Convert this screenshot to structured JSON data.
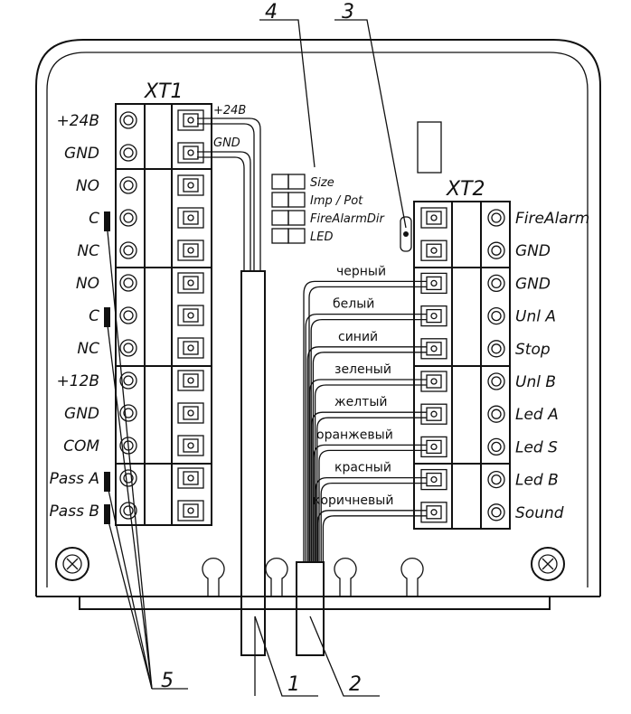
{
  "xt1": {
    "title": "XT1",
    "terminals": [
      "+24В",
      "GND",
      "NO",
      "C",
      "NC",
      "NO",
      "C",
      "NC",
      "+12В",
      "GND",
      "COM",
      "Pass A",
      "Pass B"
    ],
    "wire_labels": [
      "+24В",
      "GND"
    ]
  },
  "xt2": {
    "title": "XT2",
    "terminals": [
      "FireAlarm",
      "GND",
      "GND",
      "Unl A",
      "Stop",
      "Unl B",
      "Led A",
      "Led S",
      "Led B",
      "Sound"
    ]
  },
  "switches": [
    "Size",
    "Imp / Pot",
    "FireAlarmDir",
    "LED"
  ],
  "wires": [
    "черный",
    "белый",
    "синий",
    "зеленый",
    "желтый",
    "оранжевый",
    "красный",
    "коричневый"
  ],
  "callouts": [
    "1",
    "2",
    "3",
    "4",
    "5"
  ]
}
